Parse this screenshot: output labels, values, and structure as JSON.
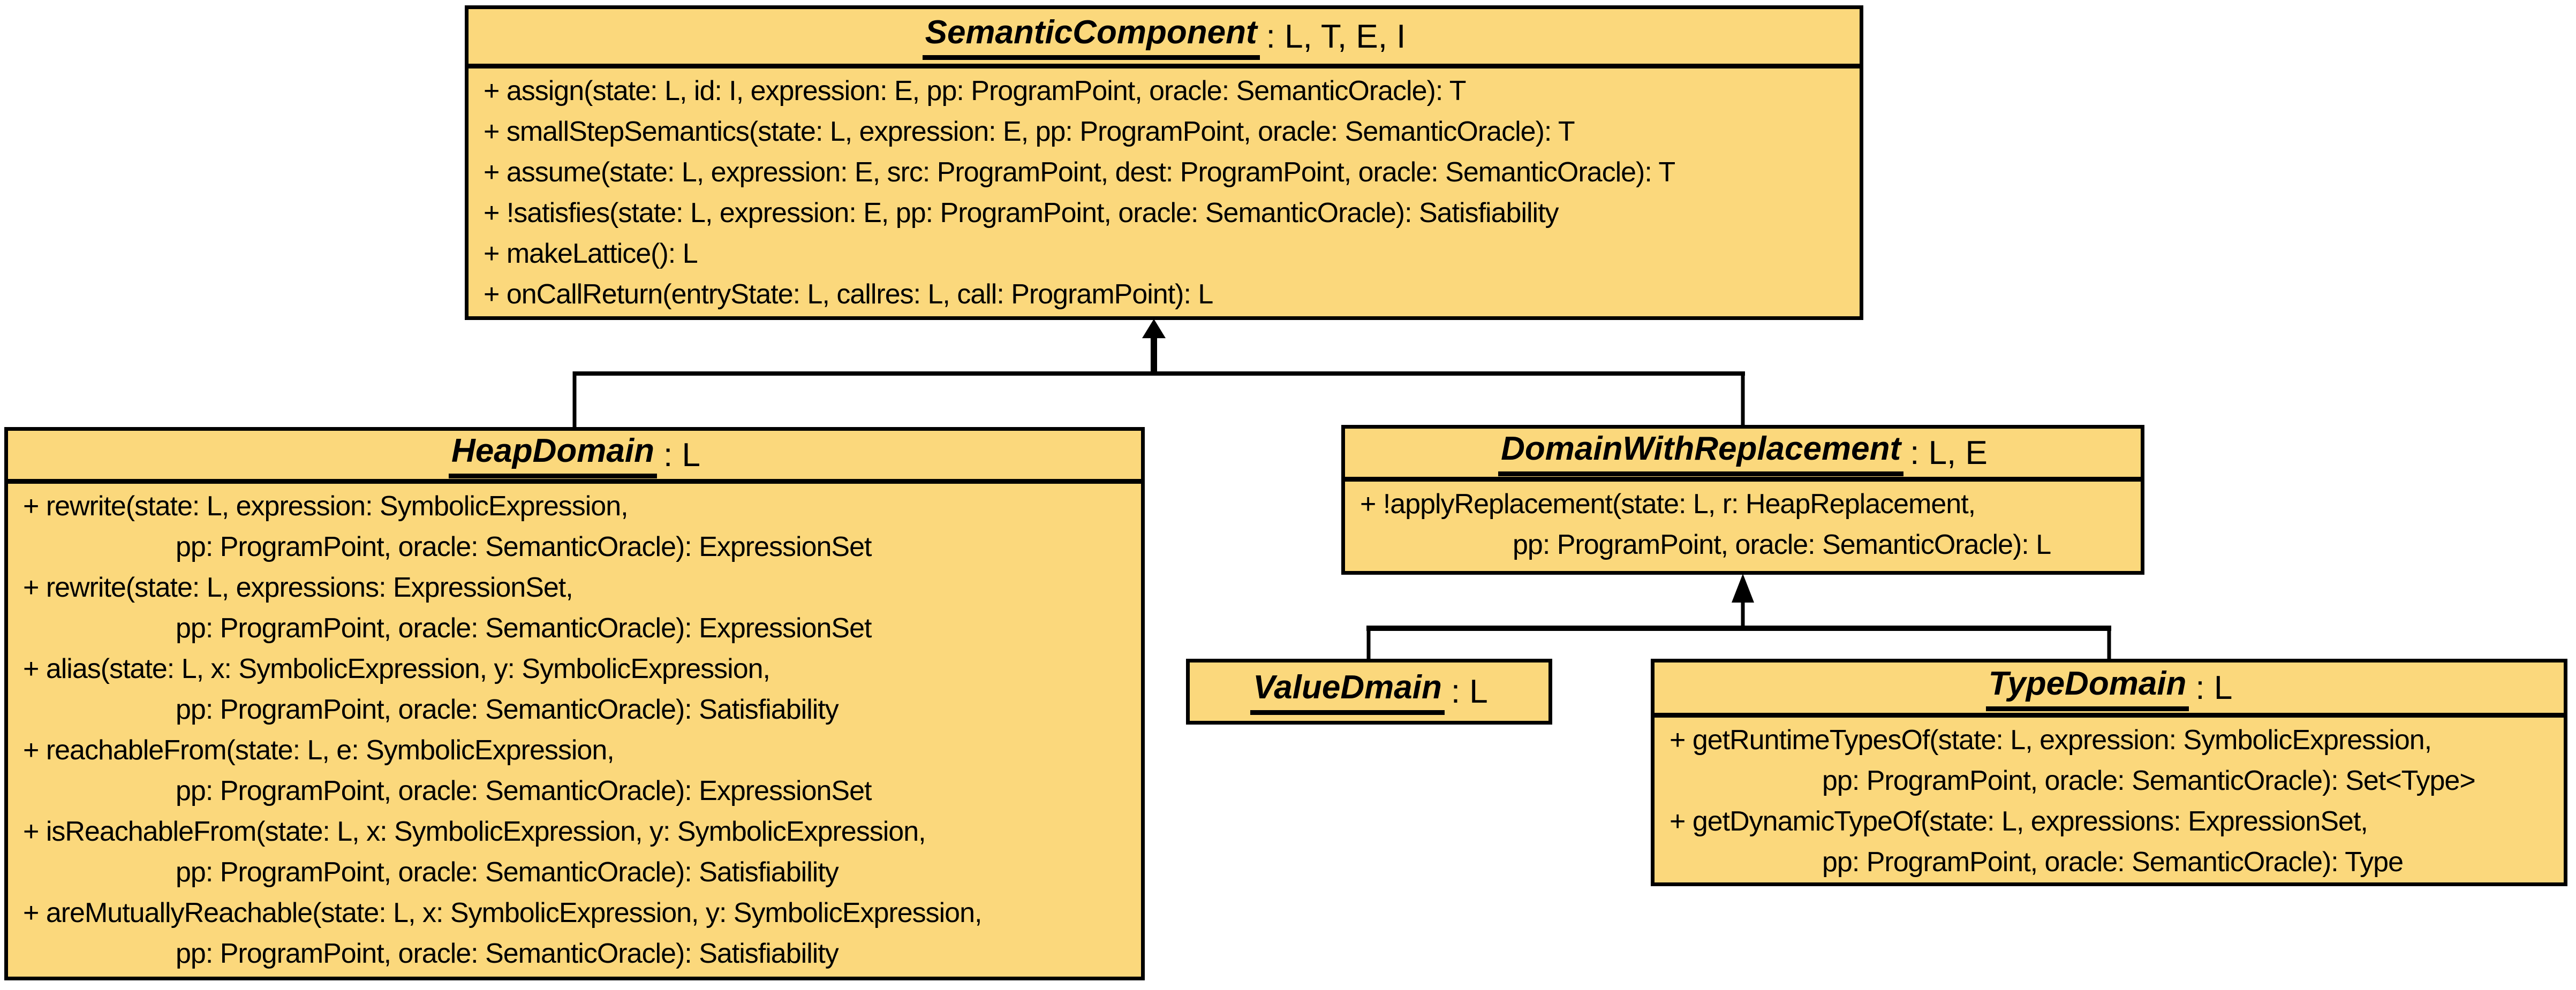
{
  "diagram": {
    "background": "#FFFFFF",
    "box_fill": "#FBD87C",
    "line_color": "#000000"
  },
  "classes": [
    {
      "name": "SemanticComponent",
      "type_params": ": L, T, E, I",
      "methods": [
        {
          "text": "+ assign(state: L, id: I, expression: E, pp: ProgramPoint, oracle: SemanticOracle): T",
          "cont": false
        },
        {
          "text": "+ smallStepSemantics(state: L, expression: E, pp: ProgramPoint, oracle: SemanticOracle): T",
          "cont": false
        },
        {
          "text": "+ assume(state: L, expression: E, src: ProgramPoint, dest: ProgramPoint, oracle: SemanticOracle): T",
          "cont": false
        },
        {
          "text": "+ !satisfies(state: L, expression: E, pp: ProgramPoint, oracle: SemanticOracle): Satisfiability",
          "cont": false
        },
        {
          "text": "+ makeLattice(): L",
          "cont": false
        },
        {
          "text": "+ onCallReturn(entryState: L, callres: L, call: ProgramPoint): L",
          "cont": false
        }
      ]
    },
    {
      "name": "HeapDomain",
      "type_params": ": L",
      "methods": [
        {
          "text": "+ rewrite(state: L, expression: SymbolicExpression,",
          "cont": false
        },
        {
          "text": "pp: ProgramPoint, oracle: SemanticOracle): ExpressionSet",
          "cont": true
        },
        {
          "text": "+ rewrite(state: L, expressions: ExpressionSet,",
          "cont": false
        },
        {
          "text": "pp: ProgramPoint, oracle: SemanticOracle): ExpressionSet",
          "cont": true
        },
        {
          "text": "+ alias(state: L, x: SymbolicExpression, y: SymbolicExpression,",
          "cont": false
        },
        {
          "text": "pp: ProgramPoint, oracle: SemanticOracle): Satisfiability",
          "cont": true
        },
        {
          "text": "+ reachableFrom(state: L, e: SymbolicExpression,",
          "cont": false
        },
        {
          "text": "pp: ProgramPoint, oracle: SemanticOracle): ExpressionSet",
          "cont": true
        },
        {
          "text": "+ isReachableFrom(state: L, x: SymbolicExpression, y: SymbolicExpression,",
          "cont": false
        },
        {
          "text": "pp: ProgramPoint, oracle: SemanticOracle): Satisfiability",
          "cont": true
        },
        {
          "text": "+ areMutuallyReachable(state: L, x: SymbolicExpression, y: SymbolicExpression,",
          "cont": false
        },
        {
          "text": "pp: ProgramPoint, oracle: SemanticOracle): Satisfiability",
          "cont": true
        }
      ]
    },
    {
      "name": "DomainWithReplacement",
      "type_params": ": L, E",
      "methods": [
        {
          "text": "+ !applyReplacement(state: L, r: HeapReplacement,",
          "cont": false
        },
        {
          "text": "pp: ProgramPoint, oracle: SemanticOracle): L",
          "cont": true
        }
      ]
    },
    {
      "name": "ValueDmain",
      "type_params": ": L",
      "methods": []
    },
    {
      "name": "TypeDomain",
      "type_params": ": L",
      "methods": [
        {
          "text": "+ getRuntimeTypesOf(state: L, expression: SymbolicExpression,",
          "cont": false
        },
        {
          "text": "pp: ProgramPoint, oracle: SemanticOracle): Set<Type>",
          "cont": true
        },
        {
          "text": "+ getDynamicTypeOf(state: L, expressions: ExpressionSet,",
          "cont": false
        },
        {
          "text": "pp: ProgramPoint, oracle: SemanticOracle): Type",
          "cont": true
        }
      ]
    }
  ],
  "relations": [
    {
      "type": "generalization",
      "from": "HeapDomain",
      "to": "SemanticComponent"
    },
    {
      "type": "generalization",
      "from": "DomainWithReplacement",
      "to": "SemanticComponent"
    },
    {
      "type": "generalization",
      "from": "ValueDmain",
      "to": "DomainWithReplacement"
    },
    {
      "type": "generalization",
      "from": "TypeDomain",
      "to": "DomainWithReplacement"
    }
  ]
}
